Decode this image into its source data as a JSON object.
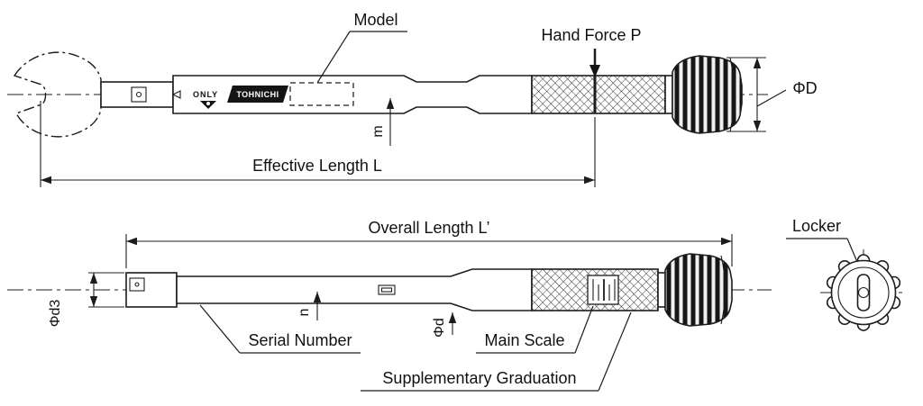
{
  "colors": {
    "line": "#1c1c1c",
    "background": "#ffffff"
  },
  "top_view": {
    "labels": {
      "model": "Model",
      "hand_force": "Hand Force P",
      "diameter_D": "ΦD",
      "m": "m",
      "effective_length": "Effective Length L"
    },
    "markings": {
      "only": "ONLY",
      "brand": "TOHNICHI"
    }
  },
  "bottom_view": {
    "labels": {
      "overall_length": "Overall Length L’",
      "diameter_d3": "Φd3",
      "n": "n",
      "diameter_d": "Φd",
      "serial_number": "Serial Number",
      "main_scale": "Main Scale",
      "supplementary_graduation": "Supplementary Graduation",
      "locker": "Locker"
    }
  }
}
